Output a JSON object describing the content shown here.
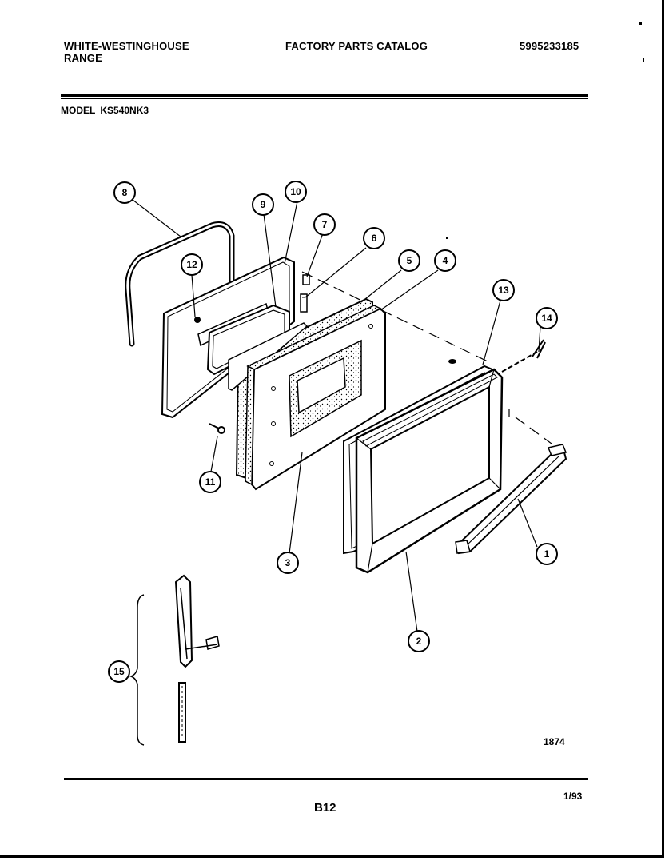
{
  "header": {
    "brand_line1": "WHITE-WESTINGHOUSE",
    "brand_line2": "RANGE",
    "title": "FACTORY PARTS CATALOG",
    "catalog_number": "5995233185"
  },
  "model": {
    "label": "MODEL",
    "value": "KS540NK3"
  },
  "callouts": [
    "1",
    "2",
    "3",
    "4",
    "5",
    "6",
    "7",
    "8",
    "9",
    "10",
    "11",
    "12",
    "13",
    "14",
    "15"
  ],
  "footer": {
    "drawing_number": "1874",
    "date": "1/93",
    "page": "B12"
  }
}
